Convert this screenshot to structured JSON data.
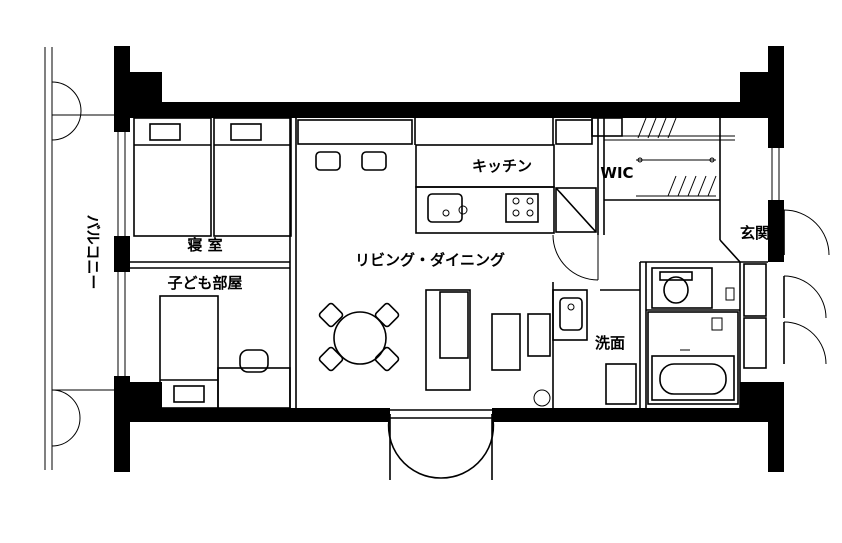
{
  "rooms": {
    "kitchen": "キッチン",
    "wic": "WIC",
    "entrance": "玄関",
    "bedroom": "寝 室",
    "kids_room": "子ども部屋",
    "living_dining": "リビング・ダイニング",
    "washroom": "洗面"
  },
  "balcony": "バルコニー",
  "colors": {
    "ink": "#000000",
    "paper": "#ffffff"
  }
}
